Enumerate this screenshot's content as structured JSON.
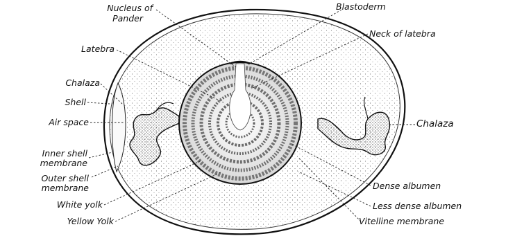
{
  "labels": {
    "nucleus_of_pander": "Nucleus of",
    "nucleus_of_pander_2": "Pander",
    "blastoderm": "Blastoderm",
    "neck_of_latebra": "Neck of latebra",
    "latebra": "Latebra",
    "chalaza_left": "Chalaza",
    "shell": "Shell",
    "air_space": "Air space",
    "chalaza_right": "Chalaza",
    "inner_shell_membrane": "Inner shell",
    "inner_shell_membrane_2": "membrane",
    "outer_shell_membrane": "Outer shell",
    "outer_shell_membrane_2": "membrane",
    "dense_albumen": "Dense albumen",
    "white_yolk": "White yolk",
    "less_dense_albumen": "Less dense albumen",
    "yellow_yolk": "Yellow Yolk",
    "vitelline_membrane": "Vitelline membrane"
  },
  "colors": {
    "ink": "#111111",
    "paper": "#ffffff"
  }
}
